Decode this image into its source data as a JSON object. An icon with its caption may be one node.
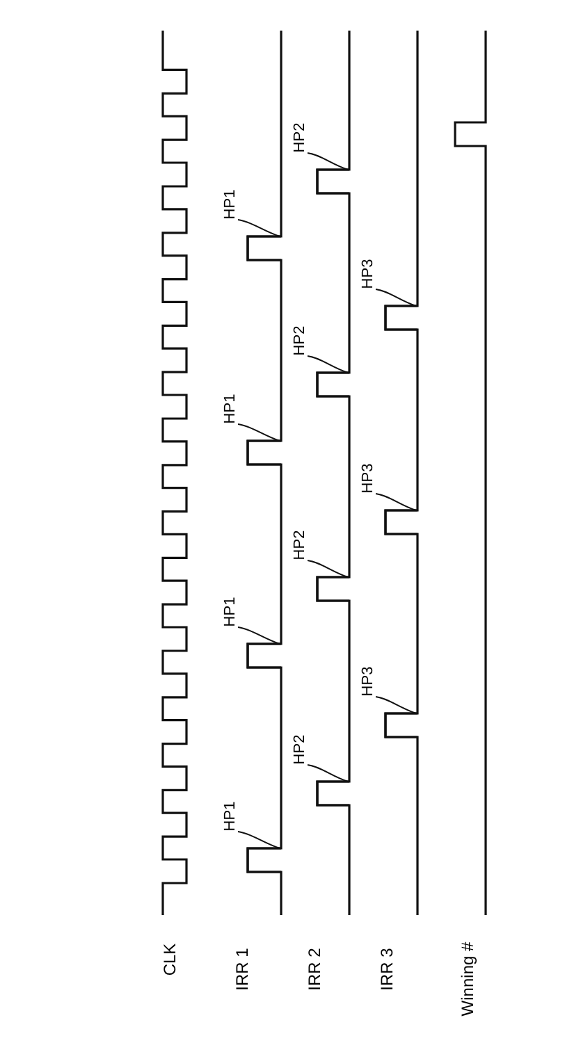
{
  "diagram": {
    "nodes": [
      {
        "text": [
          "HP1"
        ]
      },
      {
        "text": [
          "HP1"
        ]
      },
      {
        "text": [
          "HP1"
        ]
      },
      {
        "text": [
          "HP1"
        ]
      },
      {
        "text": [
          "HP2"
        ]
      },
      {
        "text": [
          "HP2"
        ]
      },
      {
        "text": [
          "HP2"
        ]
      },
      {
        "text": [
          "HP2"
        ]
      },
      {
        "text": [
          "HP3"
        ]
      },
      {
        "text": [
          "HP3"
        ]
      },
      {
        "text": [
          "HP3"
        ]
      },
      {
        "text": [],
        "shape": "pulse"
      },
      {
        "text": [],
        "shape": "pulse"
      },
      {
        "text": [],
        "shape": "pulse"
      },
      {
        "text": [],
        "shape": "pulse"
      },
      {
        "text": [],
        "shape": "pulse"
      },
      {
        "text": [],
        "shape": "pulse"
      },
      {
        "text": [],
        "shape": "pulse"
      },
      {
        "text": [],
        "shape": "pulse"
      },
      {
        "text": [],
        "shape": "pulse"
      },
      {
        "text": [],
        "shape": "pulse"
      },
      {
        "text": [],
        "shape": "pulse"
      }
    ],
    "edges": [
      {
        "from": 0,
        "to": 11,
        "arrow": "none"
      },
      {
        "from": 1,
        "to": 12,
        "arrow": "none"
      },
      {
        "from": 2,
        "to": 13,
        "arrow": "none"
      },
      {
        "from": 3,
        "to": 14,
        "arrow": "none"
      },
      {
        "from": 4,
        "to": 15,
        "arrow": "none"
      },
      {
        "from": 5,
        "to": 16,
        "arrow": "none"
      },
      {
        "from": 6,
        "to": 17,
        "arrow": "none"
      },
      {
        "from": 7,
        "to": 18,
        "arrow": "none"
      },
      {
        "from": 8,
        "to": 19,
        "arrow": "none"
      },
      {
        "from": 9,
        "to": 20,
        "arrow": "none"
      },
      {
        "from": 10,
        "to": 21,
        "arrow": "none"
      }
    ],
    "labels": [
      "CLK",
      "IRR 1",
      "IRR 2",
      "IRR 3",
      "Winning #"
    ]
  }
}
